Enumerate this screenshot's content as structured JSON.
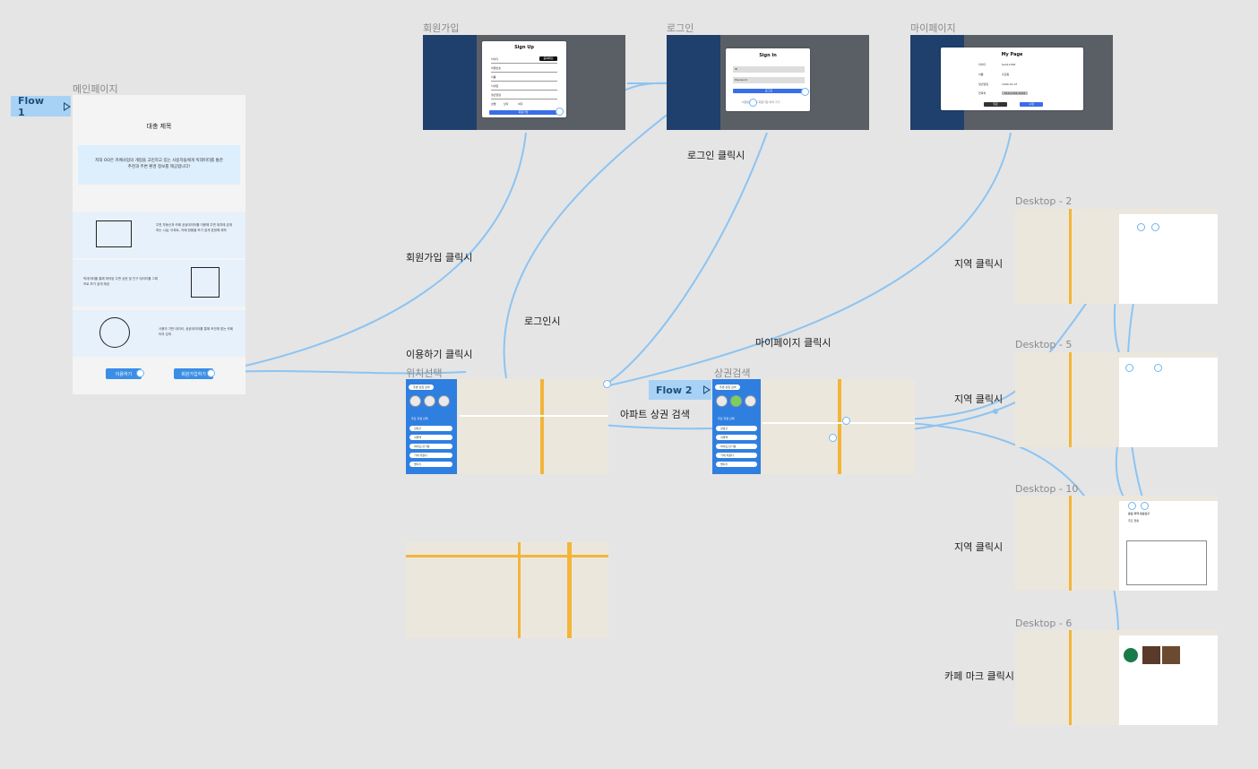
{
  "frames": {
    "main": "메인페이지",
    "signup": "회원가입",
    "login": "로그인",
    "mypage": "마이페이지",
    "location": "위치선택",
    "area_search": "상권검색",
    "desktop2": "Desktop - 2",
    "desktop5": "Desktop - 5",
    "desktop10": "Desktop - 10",
    "desktop6": "Desktop - 6"
  },
  "flows": {
    "flow1": "Flow 1",
    "flow2": "Flow 2"
  },
  "prototype_labels": {
    "signup_click": "회원가입 클릭시",
    "login_click": "로그인 클릭시",
    "login_state": "로그인시",
    "use_click": "이용하기 클릭시",
    "mypage_click": "마이페이지 클릭시",
    "apt_search": "아파트 상권 검색",
    "region_click_1": "지역 클릭시",
    "region_click_2": "지역 클릭시",
    "region_click_3": "지역 클릭시",
    "cafe_click": "카페 마크 클릭시"
  },
  "main_page": {
    "title": "대충 제목",
    "intro": "저희 OO은 카페사업의 개업을 고민하고 있는 사용자들에게 빅데이터를 통한 추천과 주변 환경 정보를 제공합니다!",
    "feature1": "주변 부동산과 카페 공공데이터를 이용해 주변 위치에 존재하는 시설, 아파트, 카페 현황을 보기 쉽게 표현해 제작",
    "feature2": "빅데이터를 통해 파악된 주변 상권 및 인구 데이터를 그래프로 보기 쉽게 제공",
    "feature3": "사용자 기반 데이터, 공공데이터를 통해 조건에 맞는 카페 터의 검색",
    "use_button": "이용하기",
    "signup_button": "회원가입하기"
  },
  "signup_modal": {
    "title": "Sign Up",
    "fields": [
      "아이디",
      "비밀번호",
      "이름",
      "닉네임",
      "생년월일",
      "성별"
    ],
    "dup_check": "중복확인",
    "gender": [
      "남자",
      "여자"
    ],
    "submit": "회원가입"
  },
  "login_modal": {
    "title": "Sign In",
    "placeholder_id": "ID",
    "placeholder_pw": "Password",
    "submit": "로그인",
    "footer": "비밀번호 찾기  회원가입 하러 가기"
  },
  "mypage_modal": {
    "title": "My Page",
    "fields": [
      "아이디",
      "이름",
      "생년월일",
      "연락처"
    ],
    "values": [
      "test11298",
      "홍길동",
      "1990-01-07",
      "010-1234-1234"
    ],
    "back": "뒤로",
    "save": "수정"
  },
  "sidebar": {
    "top_button": "주변 상권 검색",
    "section_title": "주요 지점 선택",
    "items": [
      "강남구",
      "서울역",
      "여의도/신기동",
      "가세 지원다",
      "명지기"
    ]
  },
  "desktop10_panel": {
    "title": "중심 지역 유동인구",
    "subtitle": "주요 현황"
  },
  "colors": {
    "background": "#e5e5e5",
    "accent": "#3a8ee6",
    "flow_line": "#8cc4f2",
    "flow_tag": "#a8d2f5"
  }
}
